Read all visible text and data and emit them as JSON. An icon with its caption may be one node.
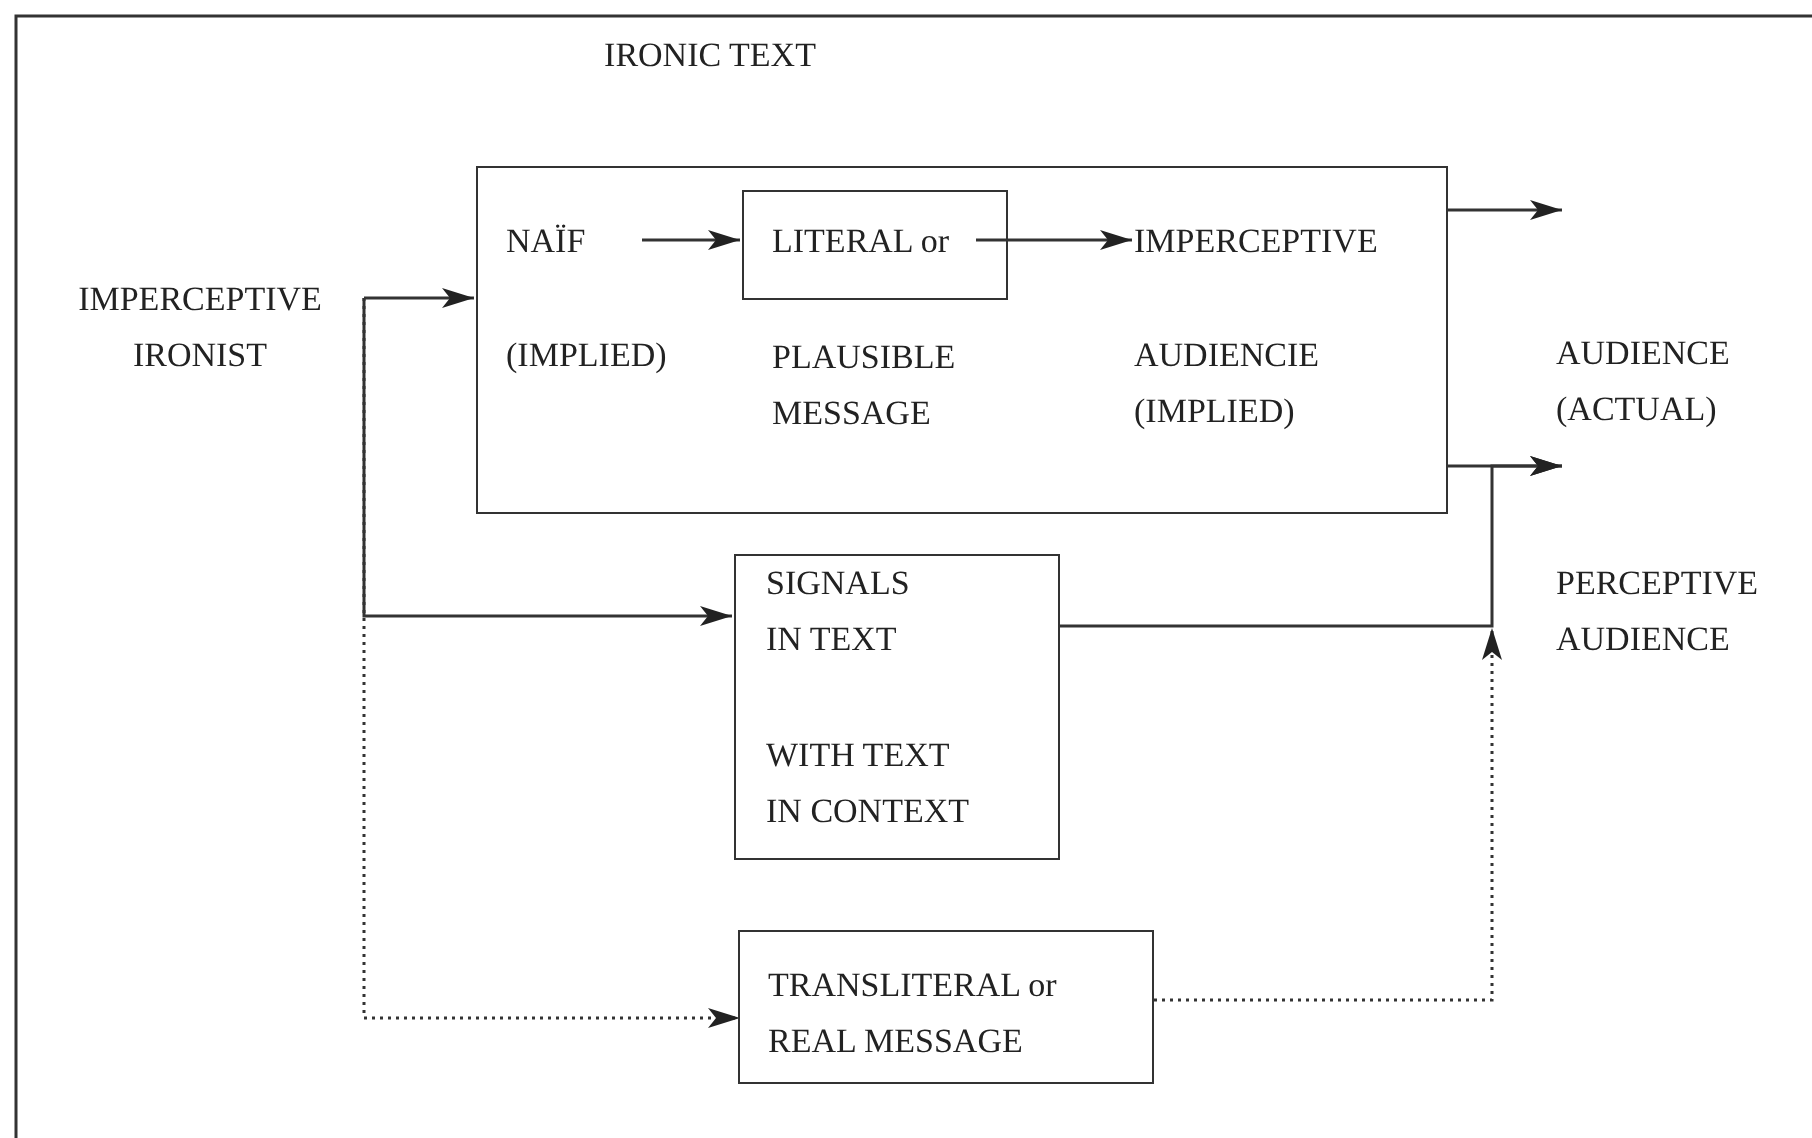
{
  "diagram": {
    "title": "IRONIC TEXT",
    "nodes": [
      {
        "text": [
          "IMPERCEPTIVE IRONIST"
        ]
      },
      {
        "text": [],
        "shape": "box"
      },
      {
        "text": [
          "NAÏF",
          "(IMPLIED)"
        ],
        "in": 1
      },
      {
        "text": [
          "LITERAL or"
        ],
        "beside": [
          "PLAUSIBLE MESSAGE"
        ],
        "in": 1
      },
      {
        "text": [
          "IMPERCEPTIVE",
          "AUDIENCIE (IMPLIED)"
        ],
        "in": 1
      },
      {
        "text": [
          "AUDIENCE (ACTUAL)"
        ]
      },
      {
        "text": [
          "SIGNALS IN TEXT",
          "WITH TEXT IN CONTEXT"
        ]
      },
      {
        "text": [
          "PERCEPTIVE AUDIENCE"
        ]
      },
      {
        "text": [
          "TRANSLITERAL or REAL MESSAGE"
        ]
      }
    ],
    "edges": [
      {
        "from": 0,
        "to": 1,
        "arrow": "to"
      },
      {
        "from": 0,
        "to": 6,
        "arrow": "to"
      },
      {
        "from": 0,
        "to": 8,
        "arrow": "to",
        "style": "dashed"
      },
      {
        "from": 2,
        "to": 3,
        "arrow": "to"
      },
      {
        "from": 3,
        "to": 4,
        "arrow": "to"
      },
      {
        "from": 1,
        "to": 5,
        "arrow": "to"
      },
      {
        "from": 1,
        "to": 5,
        "arrow": "to"
      },
      {
        "from": 6,
        "to": 5,
        "arrow": "to"
      },
      {
        "from": 8,
        "to": 7,
        "arrow": "to",
        "style": "dashed"
      }
    ]
  }
}
